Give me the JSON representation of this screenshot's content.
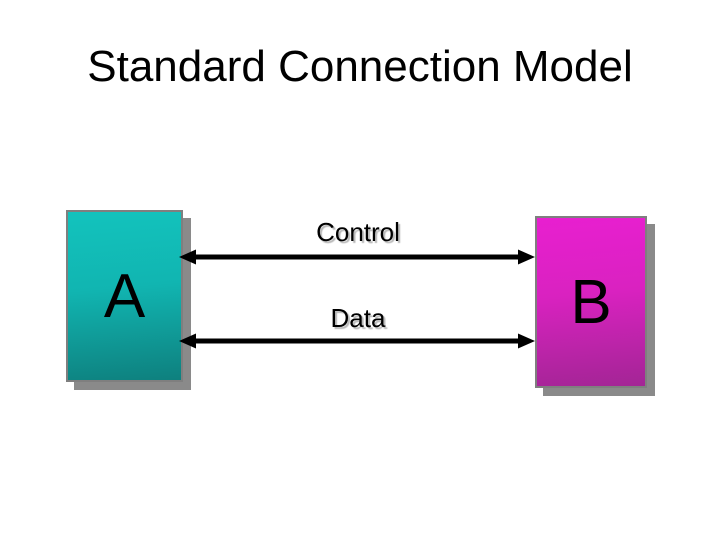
{
  "slide": {
    "title": "Standard Connection Model",
    "background_color": "#ffffff",
    "diagram": {
      "node_a": {
        "label": "A",
        "fill_top_color": "#12c3bd",
        "fill_bottom_color": "#0e807e",
        "border_color": "#7f7f7f",
        "shadow_color": "#8a8a8a",
        "text_color": "#000000"
      },
      "node_b": {
        "label": "B",
        "fill_top_color": "#e81fd0",
        "fill_bottom_color": "#a32595",
        "border_color": "#7f7f7f",
        "shadow_color": "#8a8a8a",
        "text_color": "#000000"
      },
      "links": [
        {
          "label": "Control",
          "arrow_style": "double-headed",
          "arrow_color": "#000000"
        },
        {
          "label": "Data",
          "arrow_style": "double-headed",
          "arrow_color": "#000000"
        }
      ]
    }
  }
}
